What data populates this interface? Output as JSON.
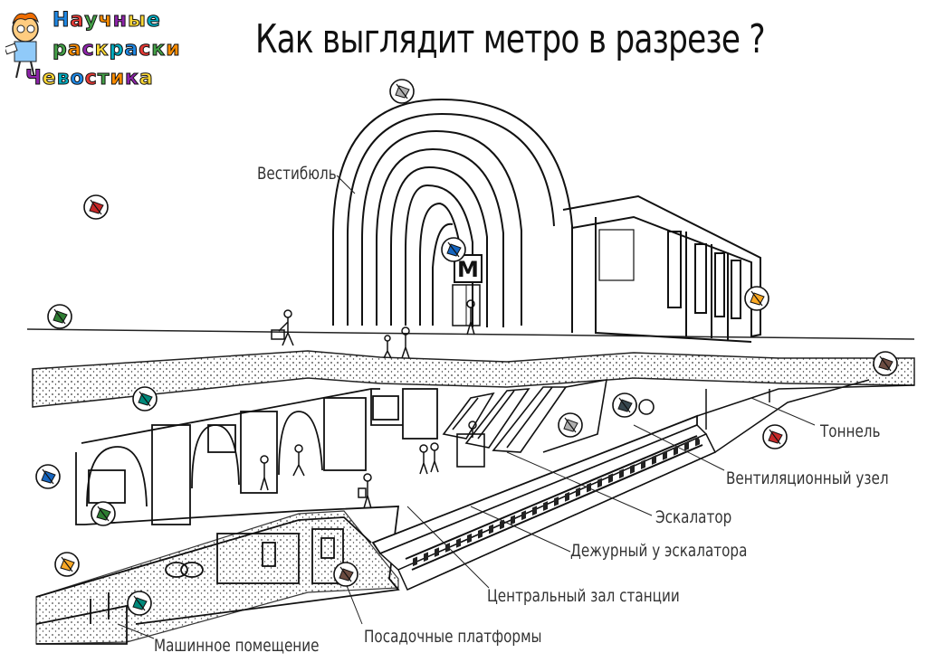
{
  "logo": {
    "line1": "Научные",
    "line2": "раскраски",
    "line3": "Чевостика"
  },
  "title": "Как выглядит метро в разрезе ?",
  "metro_sign": "М",
  "labels": {
    "vestibule": "Вестибюль",
    "tunnel": "Тоннель",
    "ventilation": "Вентиляционный узел",
    "escalator": "Эскалатор",
    "attendant": "Дежурный у эскалатора",
    "central_hall": "Центральный зал станции",
    "platforms": "Посадочные платформы",
    "machine_room": "Машинное помещение"
  },
  "colors": {
    "logo_letters": [
      "#1e88e5",
      "#e53935",
      "#43a047",
      "#fb8c00",
      "#8e24aa",
      "#fdd835",
      "#00acc1"
    ],
    "marker_palette": [
      "#b0b0b0",
      "#c62828",
      "#1565c0",
      "#2e7d32",
      "#f9a825",
      "#6d4c41",
      "#00897b",
      "#37474f"
    ],
    "ground": "#f4f4f4"
  }
}
